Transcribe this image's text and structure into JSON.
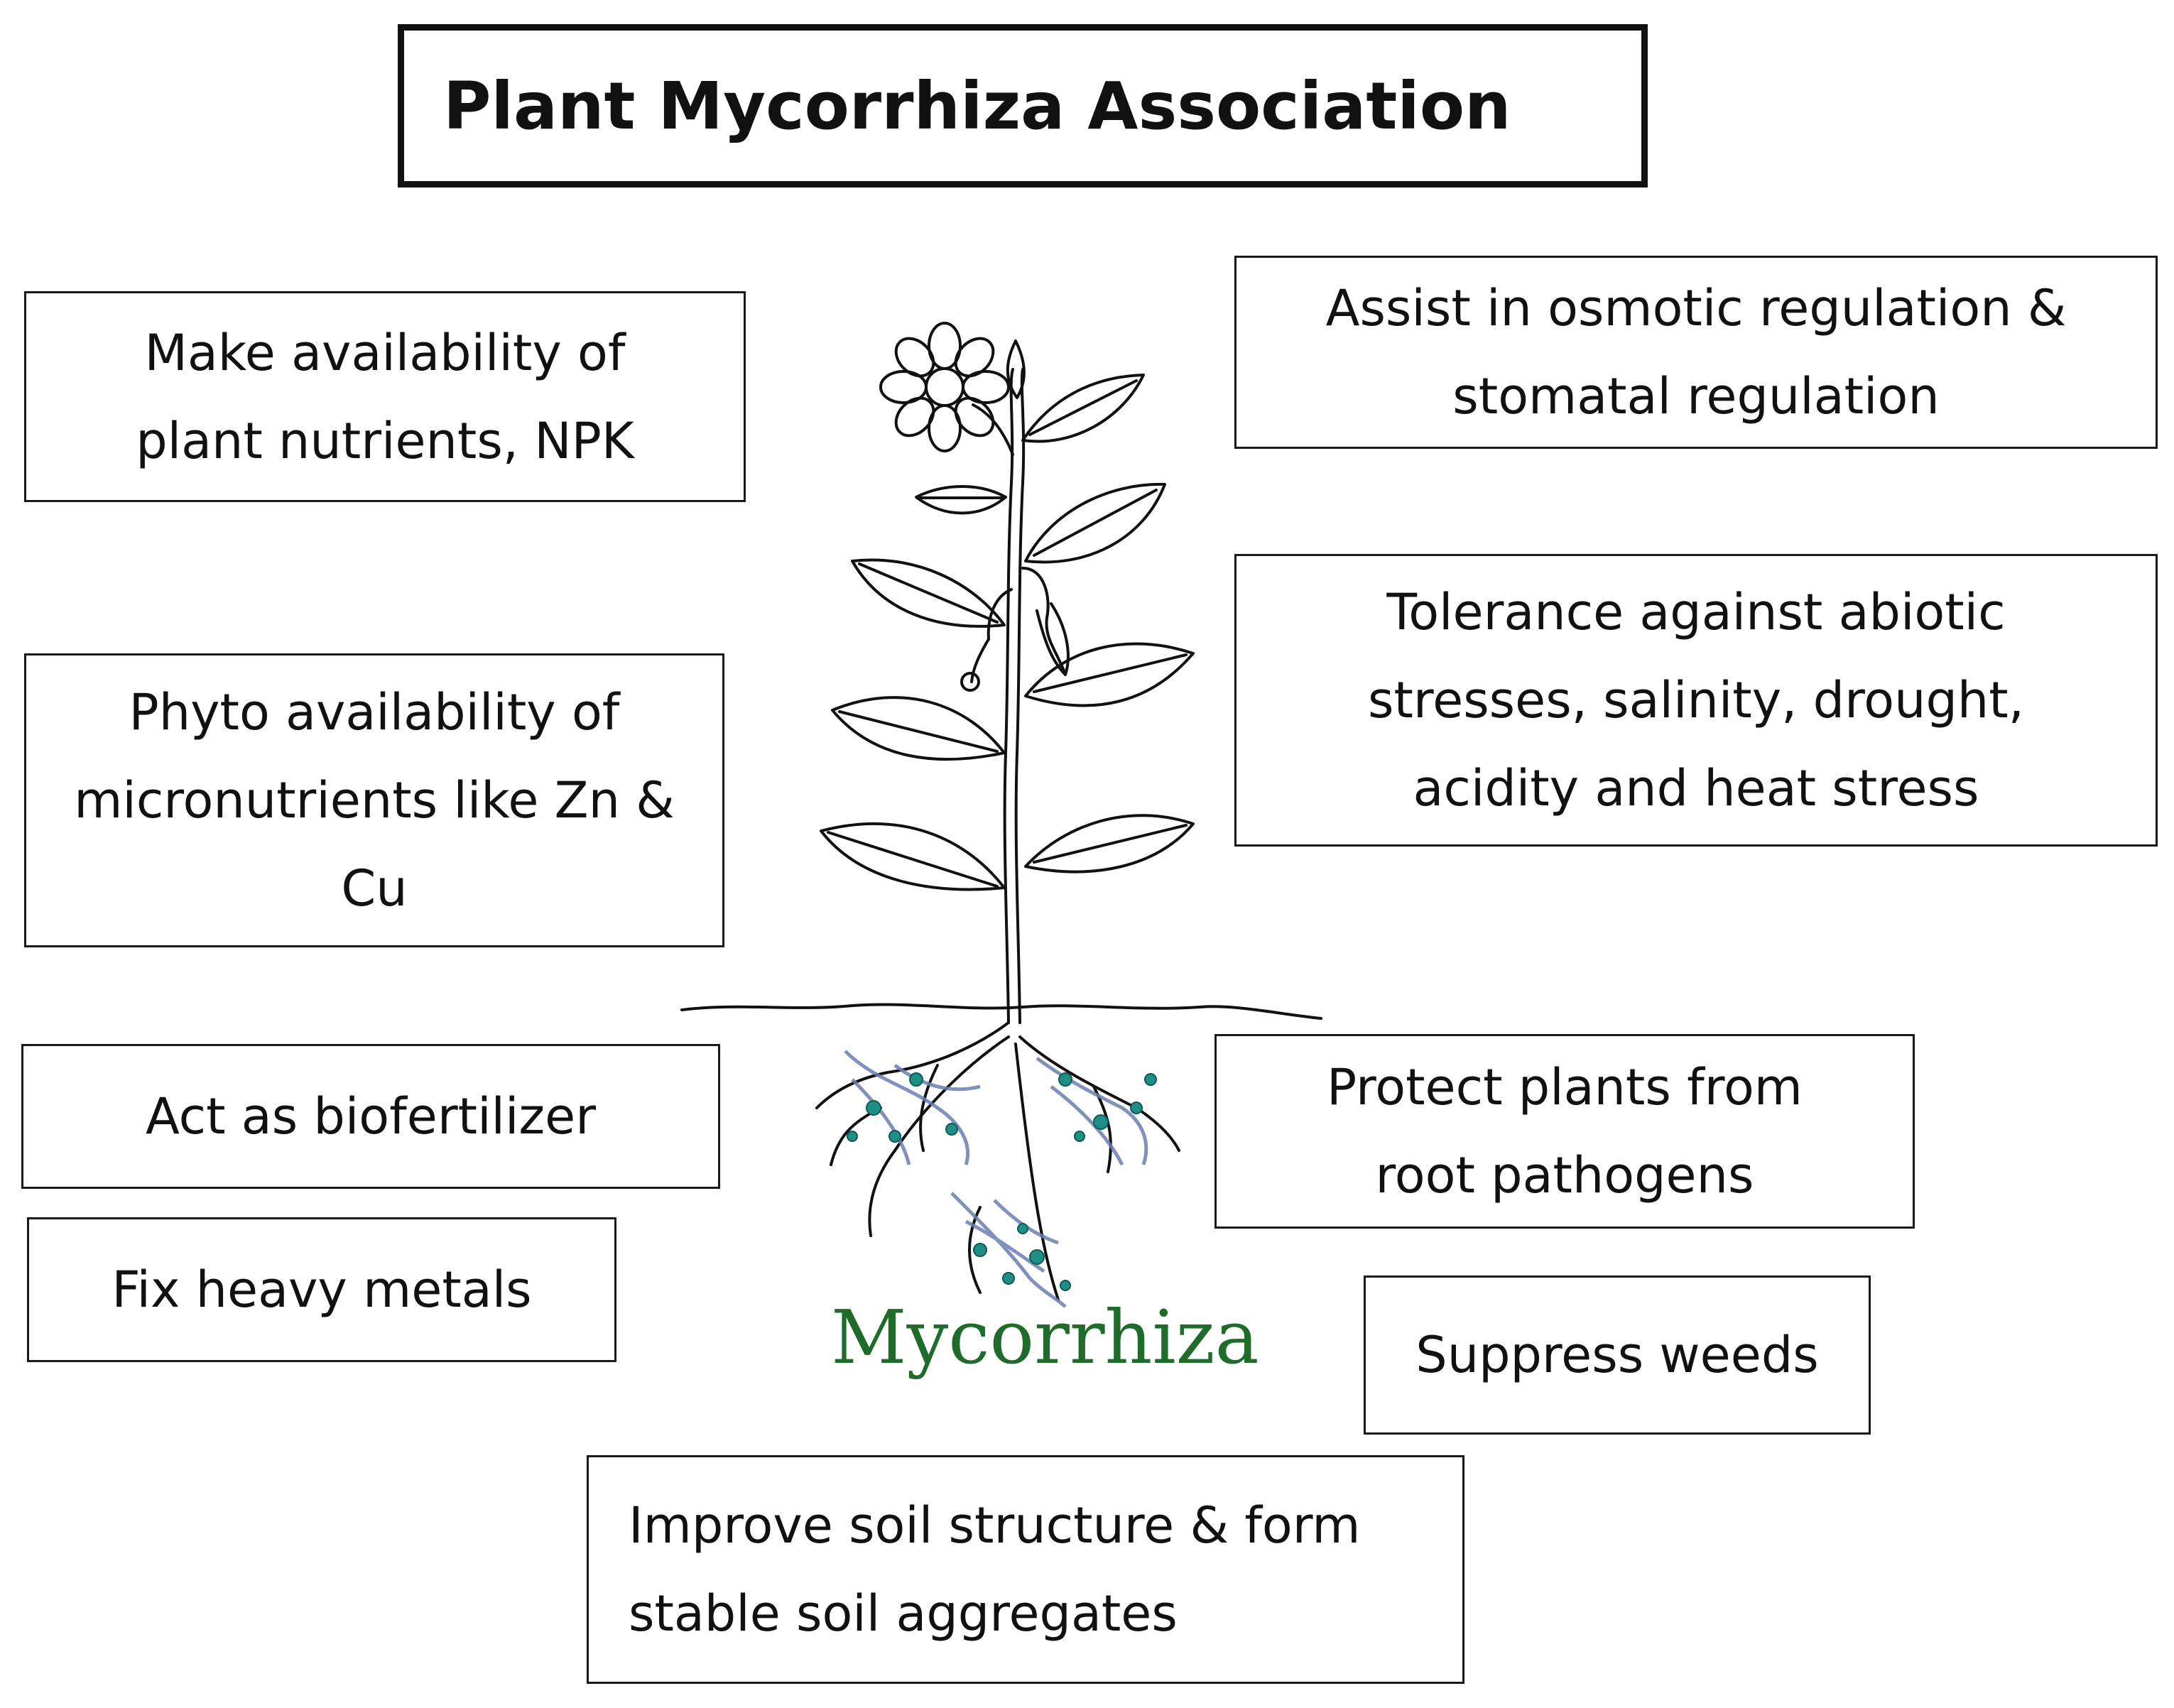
{
  "title": "Plant Mycorrhiza Association",
  "center_label": "Mycorrhiza",
  "colors": {
    "label_green": "#1f6b2a",
    "hyphae_blue": "#6a7fb0",
    "spore_teal": "#1f8f86",
    "outline": "#111111"
  },
  "benefits": {
    "nutrients_npk": "Make availability of\nplant nutrients, NPK",
    "micronutrients": "Phyto availability of\nmicronutrients like Zn &\nCu",
    "biofertilizer": "Act as biofertilizer",
    "heavy_metals": "Fix heavy metals",
    "soil_structure": "Improve soil structure & form\nstable soil aggregates",
    "osmotic": "Assist in osmotic regulation &\nstomatal regulation",
    "abiotic": "Tolerance against abiotic\nstresses, salinity, drought,\nacidity and heat stress",
    "pathogens": "Protect plants from\nroot pathogens",
    "weeds": "Suppress weeds"
  }
}
